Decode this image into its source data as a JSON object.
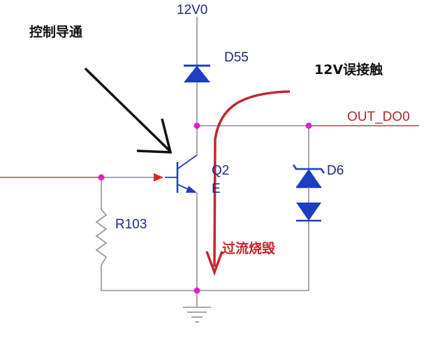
{
  "labels": {
    "vcc": "12V0",
    "d55": "D55",
    "q2": "Q2",
    "q2_sub": "E",
    "d6": "D6",
    "r103": "R103",
    "out_net": "OUT_DO0"
  },
  "annotations": {
    "control_on": "控制导通",
    "mis_contact": "12V误接触",
    "overcurrent_burn": "过流烧毁"
  },
  "colors": {
    "wire": "#8a8f9a",
    "wire_red": "#b4444c",
    "node": "#e61ec8",
    "diode": "#1d3fbf",
    "arrow_black": "#111111",
    "arrow_red": "#c0282e"
  }
}
